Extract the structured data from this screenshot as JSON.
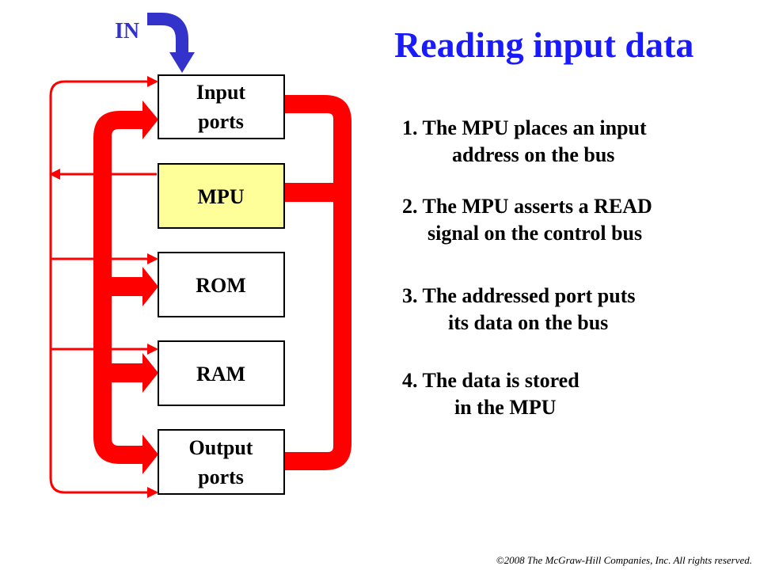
{
  "title": "Reading input data",
  "in_label": "IN",
  "blocks": [
    {
      "key": "input-ports",
      "line1": "Input",
      "line2": "ports"
    },
    {
      "key": "mpu",
      "line1": "MPU",
      "line2": ""
    },
    {
      "key": "rom",
      "line1": "ROM",
      "line2": ""
    },
    {
      "key": "ram",
      "line1": "RAM",
      "line2": ""
    },
    {
      "key": "output-ports",
      "line1": "Output",
      "line2": "ports"
    }
  ],
  "steps": [
    {
      "line1": "1.  The MPU places an input",
      "line2": "address on the bus"
    },
    {
      "line1": "2.  The MPU asserts a READ",
      "line2": "signal on the control bus"
    },
    {
      "line1": "3.  The addressed port puts",
      "line2": "its data on the bus"
    },
    {
      "line1": "4.  The data is stored",
      "line2": "in the MPU"
    }
  ],
  "footer": "©2008 The McGraw-Hill  Companies, Inc. All rights reserved.",
  "colors": {
    "bus": "#ff0000",
    "mpu_fill": "#ffff99",
    "title": "#1a1aff",
    "in_arrow": "#3333cc"
  }
}
